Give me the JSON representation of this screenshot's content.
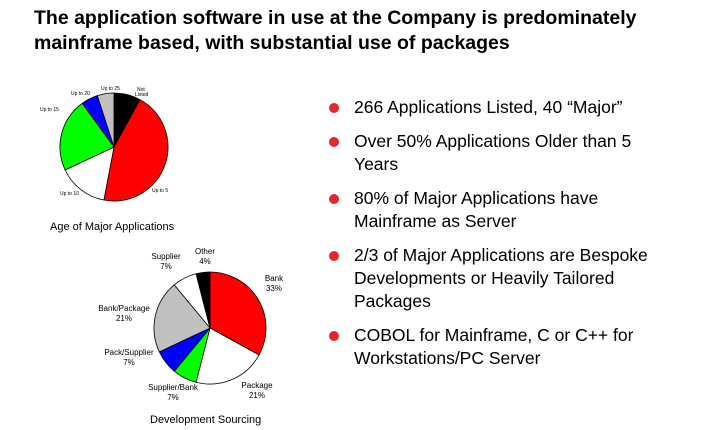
{
  "title": {
    "line1": "The application software in use at the Company is predominately",
    "line2": "mainframe based, with substantial use of packages"
  },
  "bullets": [
    {
      "line1": "266 Applications Listed, 40 “Major”"
    },
    {
      "line1": "Over 50% Applications Older than 5",
      "line2": "Years"
    },
    {
      "line1": "80% of Major Applications have",
      "line2": "Mainframe as Server"
    },
    {
      "line1": "2/3 of Major Applications are Bespoke",
      "line2": "Developments or Heavily Tailored",
      "line3": "Packages"
    },
    {
      "line1": "COBOL for Mainframe, C or C++ for",
      "line2": "Workstations/PC Server"
    }
  ],
  "colors": {
    "bullet": "#e8242c"
  },
  "chart_data": [
    {
      "type": "pie",
      "title": "Age of Major Applications",
      "slices": [
        {
          "label": "Not Listed",
          "value": 8,
          "color": "#000000"
        },
        {
          "label": "Up to 5",
          "value": 45,
          "color": "#ff0000"
        },
        {
          "label": "Up to 10",
          "value": 15,
          "color": "#ffffff"
        },
        {
          "label": "Up to 15",
          "value": 22,
          "color": "#00ff00"
        },
        {
          "label": "Up to 20",
          "value": 5,
          "color": "#0000ff"
        },
        {
          "label": "Up to 25",
          "value": 5,
          "color": "#c0c0c0"
        }
      ]
    },
    {
      "type": "pie",
      "title": "Development Sourcing",
      "slices": [
        {
          "label": "Bank",
          "pct": "33%",
          "value": 33,
          "color": "#ff0000"
        },
        {
          "label": "Package",
          "pct": "21%",
          "value": 21,
          "color": "#ffffff"
        },
        {
          "label": "Supplier/Bank",
          "pct": "7%",
          "value": 7,
          "color": "#00ff00"
        },
        {
          "label": "Pack/Supplier",
          "pct": "7%",
          "value": 7,
          "color": "#0000ff"
        },
        {
          "label": "Bank/Package",
          "pct": "21%",
          "value": 21,
          "color": "#c0c0c0"
        },
        {
          "label": "Supplier",
          "pct": "7%",
          "value": 7,
          "color": "#ffffff"
        },
        {
          "label": "Other",
          "pct": "4%",
          "value": 4,
          "color": "#000000"
        }
      ]
    }
  ]
}
